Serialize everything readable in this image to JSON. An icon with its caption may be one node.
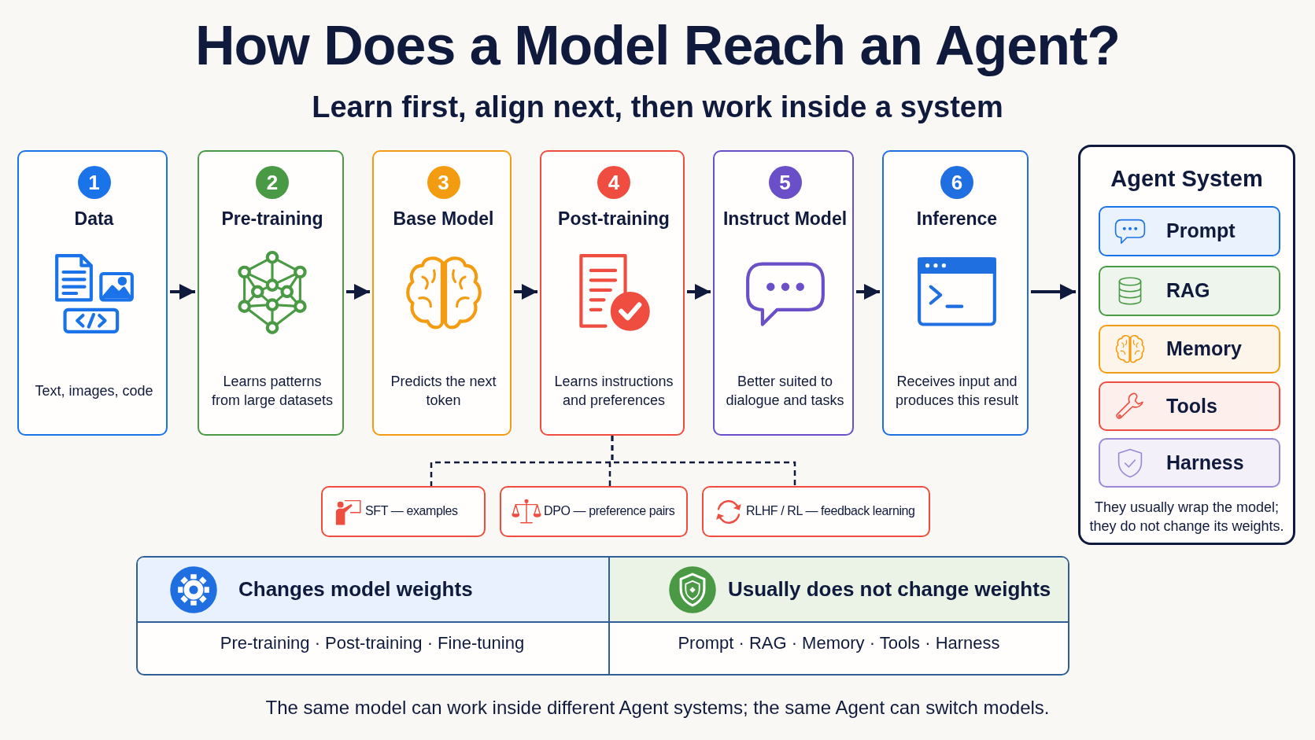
{
  "diagram": {
    "title": "How Does a Model Reach an Agent?",
    "caption": "The same model can work inside different Agent systems; the same Agent can switch models.",
    "labels": [
      "Learn first, align next, then work inside a system"
    ],
    "nodes": [
      {
        "text": [
          "1",
          "Data",
          "Text, images, code"
        ]
      },
      {
        "text": [
          "2",
          "Pre-training",
          "Learns patterns from large datasets"
        ]
      },
      {
        "text": [
          "3",
          "Base Model",
          "Predicts the next token"
        ]
      },
      {
        "text": [
          "4",
          "Post-training",
          "Learns instructions and preferences"
        ]
      },
      {
        "text": [
          "5",
          "Instruct Model",
          "Better suited to dialogue and tasks"
        ]
      },
      {
        "text": [
          "6",
          "Inference",
          "Receives input and produces this result"
        ]
      },
      {
        "text": [
          "Agent System",
          "They usually wrap the model; they do not change its weights."
        ]
      },
      {
        "text": [
          "Prompt"
        ],
        "in": 6
      },
      {
        "text": [
          "RAG"
        ],
        "in": 6
      },
      {
        "text": [
          "Memory"
        ],
        "in": 6
      },
      {
        "text": [
          "Tools"
        ],
        "in": 6
      },
      {
        "text": [
          "Harness"
        ],
        "in": 6
      },
      {
        "text": [
          "SFT — examples"
        ]
      },
      {
        "text": [
          "DPO — preference pairs"
        ]
      },
      {
        "text": [
          "RLHF / RL — feedback learning"
        ]
      },
      {
        "text": [
          "Changes model weights",
          "Pre-training · Post-training · Fine-tuning"
        ]
      },
      {
        "text": [
          "Usually does not change weights",
          "Prompt · RAG · Memory · Tools · Harness"
        ]
      }
    ],
    "edges": [
      {
        "from": 0,
        "to": 1,
        "arrow": "to"
      },
      {
        "from": 1,
        "to": 2,
        "arrow": "to"
      },
      {
        "from": 2,
        "to": 3,
        "arrow": "to"
      },
      {
        "from": 3,
        "to": 4,
        "arrow": "to"
      },
      {
        "from": 4,
        "to": 5,
        "arrow": "to"
      },
      {
        "from": 5,
        "to": 6,
        "arrow": "to"
      },
      {
        "from": 3,
        "to": 12,
        "arrow": "none",
        "style": "dashed"
      },
      {
        "from": 3,
        "to": 13,
        "arrow": "none",
        "style": "dashed"
      },
      {
        "from": 3,
        "to": 14,
        "arrow": "none",
        "style": "dashed"
      }
    ]
  }
}
